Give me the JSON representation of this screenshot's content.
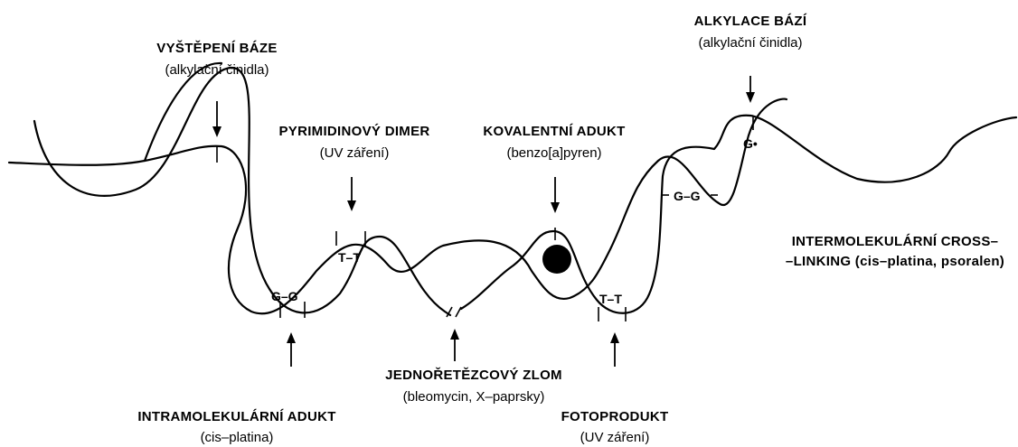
{
  "labels": {
    "base_excision": {
      "title": "VYŠTĚPENÍ BÁZE",
      "agent": "(alkylační činidla)"
    },
    "base_alkylation": {
      "title": "ALKYLACE BÁZÍ",
      "agent": "(alkylační činidla)"
    },
    "pyrimidine_dimer": {
      "title": "PYRIMIDINOVÝ DIMER",
      "agent": "(UV záření)"
    },
    "covalent_adduct": {
      "title": "KOVALENTNÍ ADUKT",
      "agent": "(benzo[a]pyren)"
    },
    "intermolecular_crosslink": {
      "title_line1": "INTERMOLEKULÁRNÍ CROSS–",
      "title_line2": "–LINKING (cis–platina, psoralen)"
    },
    "single_strand_break": {
      "title": "JEDNOŘETĚZCOVÝ ZLOM",
      "agent": "(bleomycin, X–paprsky)"
    },
    "intramolecular_adduct": {
      "title": "INTRAMOLEKULÁRNÍ ADUKT",
      "agent": "(cis–platina)"
    },
    "photoproduct": {
      "title": "FOTOPRODUKT",
      "agent": "(UV záření)"
    }
  },
  "bases": {
    "gg_intra": "G–G",
    "tt_dimer": "T–T",
    "tt_photo": "T–T",
    "gg_inter": "G–G",
    "g_alkyl": "G•"
  }
}
